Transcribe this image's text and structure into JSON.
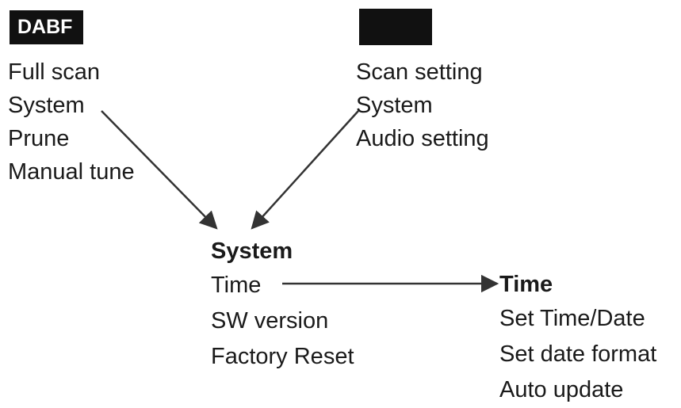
{
  "dab": {
    "label": "DABF",
    "items": [
      "Full scan",
      "System",
      "Prune",
      "Manual tune"
    ]
  },
  "fm": {
    "label": "",
    "items": [
      "Scan setting",
      "System",
      "Audio setting"
    ]
  },
  "system_menu": {
    "title": "System",
    "items": [
      "Time",
      "SW version",
      "Factory Reset"
    ]
  },
  "time_menu": {
    "title": "Time",
    "items": [
      "Set Time/Date",
      "Set date format",
      "Auto update"
    ]
  },
  "colors": {
    "label_bg": "#111111",
    "label_text": "#ffffff",
    "text": "#1a1a1a",
    "arrow": "#333333"
  }
}
